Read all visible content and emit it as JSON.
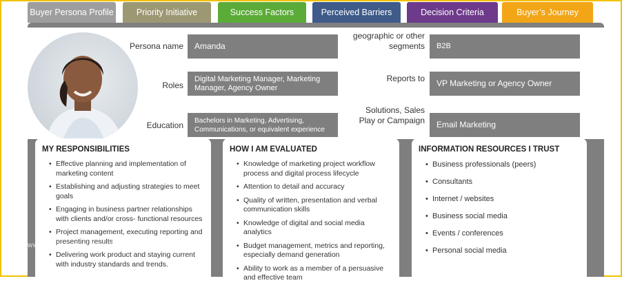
{
  "tabs": [
    {
      "label": "Buyer Persona Profile",
      "color": "#9e9e9e"
    },
    {
      "label": "Priority Initiative",
      "color": "#9c9874"
    },
    {
      "label": "Success  Factors",
      "color": "#5bab38"
    },
    {
      "label": "Perceived Barriers",
      "color": "#3e5b8a"
    },
    {
      "label": "Decision Criteria",
      "color": "#6e3a8c"
    },
    {
      "label": "Buyer’s Journey",
      "color": "#f2a516"
    }
  ],
  "profile": {
    "persona_name_label": "Persona name",
    "persona_name": "Amanda",
    "roles_label": "Roles",
    "roles": "Digital Marketing Manager, Marketing Manager, Agency Owner",
    "education_label": "Education",
    "education": "Bachelors in Marketing, Advertising, Communications, or equivalent experience",
    "segments_label": "geographic or other segments",
    "segments": "B2B",
    "reports_label": "Reports to",
    "reports": "VP Marketing or Agency Owner",
    "solutions_label": "Solutions, Sales Play or Campaign",
    "solutions": "Email Marketing"
  },
  "responsibilities": {
    "title": "MY RESPONSIBILITIES",
    "items": [
      "Effective planning and implementation of marketing content",
      "Establishing and adjusting strategies to meet goals",
      "Engaging in business partner relationships with clients and/or cross- functional resources",
      "Project management, executing reporting and presenting results",
      "Delivering work product and staying current with industry standards and trends."
    ]
  },
  "evaluated": {
    "title": "HOW I AM EVALUATED",
    "items": [
      "Knowledge of marketing project workflow process and digital process lifecycle",
      "Attention to detail and accuracy",
      "Quality of written, presentation and verbal communication skills",
      "Knowledge of digital and social media analytics",
      "Budget management, metrics and reporting, especially demand generation",
      "Ability to work as a member of a persuasive and effective team"
    ]
  },
  "resources": {
    "title": "INFORMATION RESOURCES I TRUST",
    "items": [
      "Business professionals (peers)",
      "Consultants",
      "Internet / websites",
      "Business social media",
      "Events / conferences",
      "Personal social media"
    ]
  },
  "watermark": "www.heritagechristiancollege.com"
}
